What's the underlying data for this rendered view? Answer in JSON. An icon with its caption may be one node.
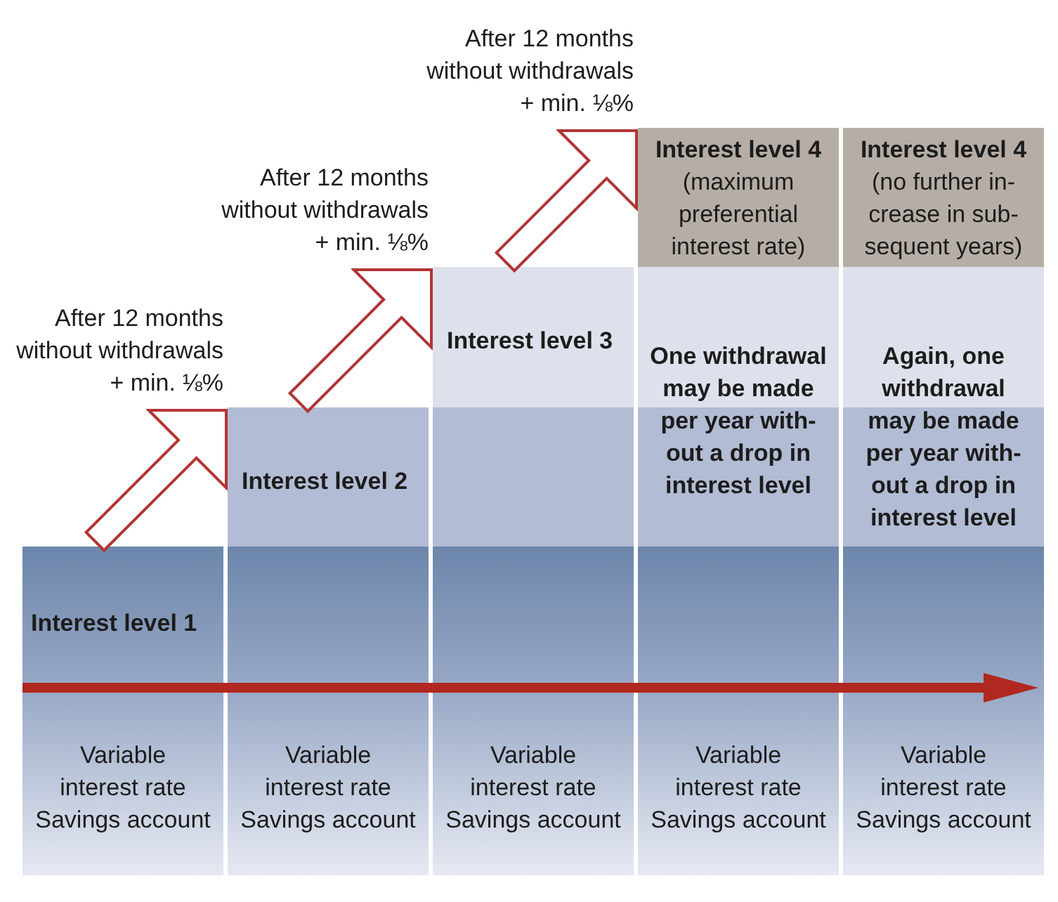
{
  "diagram": {
    "nodes": [
      {
        "text": [
          "Interest level 1",
          "Variable interest rate",
          "Savings account"
        ]
      },
      {
        "text": [
          "Interest level 2"
        ]
      },
      {
        "text": [
          "Variable interest rate",
          "Savings account"
        ]
      },
      {
        "text": [
          "Interest level 3"
        ]
      },
      {
        "text": [],
        "shape": "box"
      },
      {
        "text": [
          "Variable interest rate",
          "Savings account"
        ]
      },
      {
        "text": [
          "Interest level 4",
          "(maximum preferential interest rate)"
        ]
      },
      {
        "text": [
          "One withdrawal may be made per year with- out a drop in interest level"
        ]
      },
      {
        "text": [
          "Variable interest rate",
          "Savings account"
        ]
      },
      {
        "text": [
          "Interest level 4",
          "(no further in- crease in sub- sequent years)"
        ]
      },
      {
        "text": [
          "Again, one withdrawal may be made per year with- out a drop in interest level"
        ]
      },
      {
        "text": [
          "Variable interest rate",
          "Savings account"
        ]
      }
    ],
    "edges": [
      {
        "from": 0,
        "to": 1,
        "arrow": "to",
        "label": "After 12 months without withdrawals + min. ⅛%"
      },
      {
        "from": 1,
        "to": 3,
        "arrow": "to",
        "label": "After 12 months without withdrawals + min. ⅛%"
      },
      {
        "from": 3,
        "to": 6,
        "arrow": "to",
        "label": "After 12 months without withdrawals + min. ⅛%"
      }
    ]
  }
}
